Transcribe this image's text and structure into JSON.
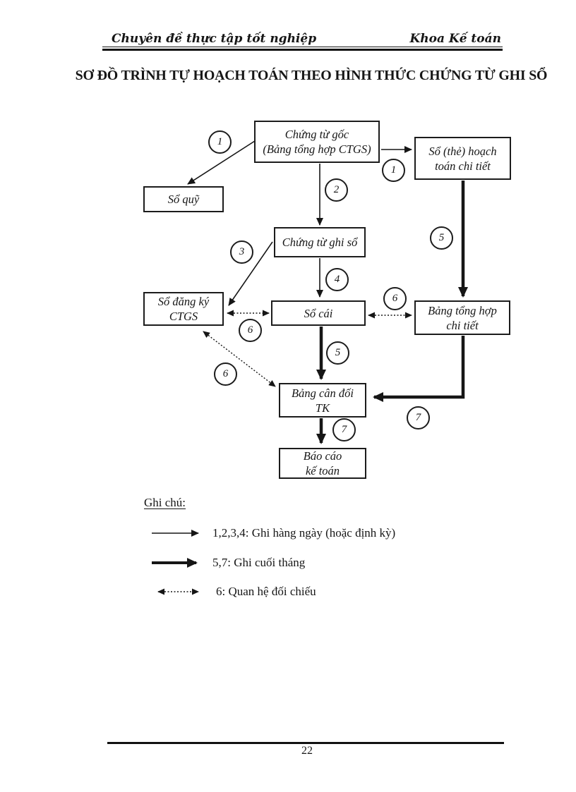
{
  "header": {
    "left": "Chuyên đề thực tập tốt nghiệp",
    "right": "Khoa Kế toán"
  },
  "title": "SƠ ĐỒ TRÌNH TỰ HOẠCH TOÁN THEO HÌNH THỨC CHỨNG TỪ GHI SỔ",
  "diagram": {
    "boxes": {
      "chung_tu_goc": {
        "line1": "Chứng từ gốc",
        "line2": "(Bảng tổng hợp CTGS)"
      },
      "so_the_hoach_toan": {
        "line1": "Sổ (thẻ) hoạch",
        "line2": "toán chi tiết"
      },
      "so_quy": {
        "line1": "Sổ quỹ"
      },
      "chung_tu_ghi_so": {
        "line1": "Chứng từ ghi sổ"
      },
      "so_dang_ky_ctgs": {
        "line1": "Sổ đăng ký",
        "line2": "CTGS"
      },
      "so_cai": {
        "line1": "Sổ cái"
      },
      "bang_tong_hop_chi_tiet": {
        "line1": "Bảng tổng hợp",
        "line2": "chi tiết"
      },
      "bang_can_doi_tk": {
        "line1": "Bảng cân đối",
        "line2": "TK"
      },
      "bao_cao_ke_toan": {
        "line1": "Báo cáo",
        "line2": "kế toán"
      }
    },
    "circles": {
      "c1a": "1",
      "c1b": "1",
      "c2": "2",
      "c3": "3",
      "c4": "4",
      "c5a": "5",
      "c5b": "5",
      "c6a": "6",
      "c6b": "6",
      "c6c": "6",
      "c7a": "7",
      "c7b": "7"
    }
  },
  "legend": {
    "heading": "Ghi chú:",
    "items": [
      {
        "label": "1,2,3,4: Ghi hàng ngày (hoặc định kỳ)",
        "arrow": "thin"
      },
      {
        "label": "5,7: Ghi cuối tháng",
        "arrow": "thick"
      },
      {
        "label": "6: Quan hệ đối chiếu",
        "arrow": "dashed-double"
      }
    ]
  },
  "footer": {
    "page_number": "22"
  },
  "colors": {
    "ink": "#161616",
    "paper": "#ffffff"
  }
}
